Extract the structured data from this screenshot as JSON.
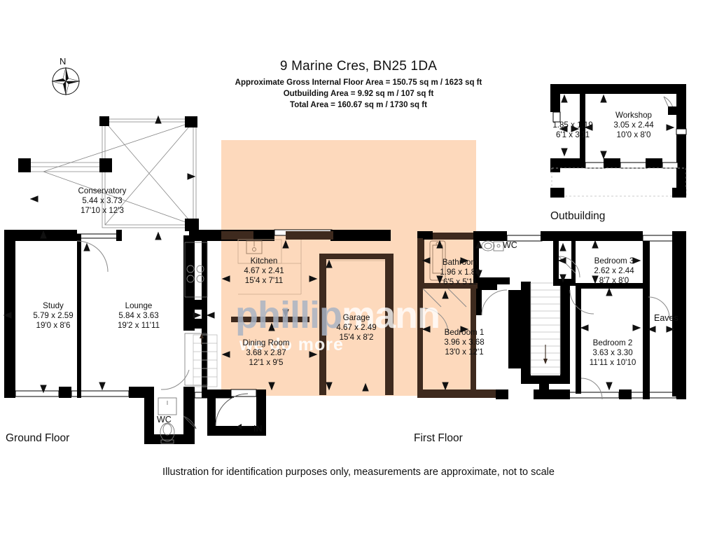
{
  "header": {
    "title": "9 Marine Cres, BN25 1DA",
    "gross_internal": "Approximate Gross Internal Floor Area = 150.75 sq m / 1623 sq ft",
    "outbuilding_area": "Outbuilding Area = 9.92 sq m / 107 sq ft",
    "total_area": "Total Area = 160.67 sq m / 1730 sq ft"
  },
  "compass": {
    "north_label": "N"
  },
  "watermark": {
    "line1a": "phillip",
    "line1b": "mann",
    "line2": "we do more"
  },
  "floors": {
    "ground_label": "Ground Floor",
    "first_label": "First Floor",
    "outbuilding_label": "Outbuilding"
  },
  "footer": {
    "disclaimer": "Illustration for identification purposes only, measurements are approximate, not to scale"
  },
  "rooms": {
    "conservatory": {
      "name": "Conservatory",
      "metric": "5.44 x 3.73",
      "imperial": "17'10 x 12'3"
    },
    "study": {
      "name": "Study",
      "metric": "5.79 x 2.59",
      "imperial": "19'0 x 8'6"
    },
    "lounge": {
      "name": "Lounge",
      "metric": "5.84 x 3.63",
      "imperial": "19'2 x 11'11"
    },
    "kitchen": {
      "name": "Kitchen",
      "metric": "4.67 x 2.41",
      "imperial": "15'4 x 7'11"
    },
    "dining_room": {
      "name": "Dining Room",
      "metric": "3.68 x 2.87",
      "imperial": "12'1 x 9'5"
    },
    "garage": {
      "name": "Garage",
      "metric": "4.67 x 2.49",
      "imperial": "15'4 x 8'2"
    },
    "bathroom": {
      "name": "Bathroom",
      "metric": "1.96 x 1.80",
      "imperial": "6'5 x 5'11"
    },
    "bedroom1": {
      "name": "Bedroom 1",
      "metric": "3.96 x 3.68",
      "imperial": "13'0 x 12'1"
    },
    "bedroom2": {
      "name": "Bedroom 2",
      "metric": "3.63 x 3.30",
      "imperial": "11'11 x 10'10"
    },
    "bedroom3": {
      "name": "Bedroom 3",
      "metric": "2.62 x 2.44",
      "imperial": "8'7 x 8'0"
    },
    "workshop": {
      "name": "Workshop",
      "metric": "3.05 x 2.44",
      "imperial": "10'0 x 8'0"
    },
    "store": {
      "name": "",
      "metric": "1.85 x 1.19",
      "imperial": "6'1 x 3'11"
    }
  },
  "tags": {
    "wc_ground": "WC",
    "wc_first": "WC",
    "eaves": "Eaves",
    "entrance": "IN"
  },
  "colors": {
    "wall_black": "#000000",
    "wall_brown": "#3e2a1e",
    "highlight_fill": "#fdd9bc",
    "watermark_blue": "#aab4c4",
    "paper": "#ffffff",
    "text": "#111111"
  }
}
